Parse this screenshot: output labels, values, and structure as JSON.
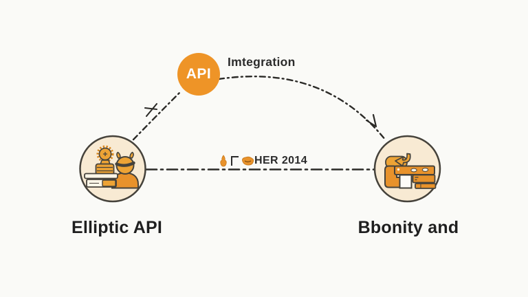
{
  "diagram": {
    "api_badge": {
      "label": "API"
    },
    "arc_label": "Imtegration",
    "mid_label": "HER 2014",
    "left_node": {
      "label": "Elliptic API",
      "icon": "scholar-with-books-icon"
    },
    "right_node": {
      "label": "Bbonity and",
      "icon": "storefront-with-cursor-icon"
    },
    "mid_icons": [
      "flame-icon",
      "corner-bracket-icon",
      "paw-blob-icon"
    ],
    "flow": "left-node -> api-badge -> right-node"
  },
  "colors": {
    "background": "#FAFAF7",
    "accent_orange": "#E8922B",
    "accent_orange_light": "#EDA335",
    "api_badge": "#EE9427",
    "node_fill": "#F8EAD3",
    "outline": "#45423B",
    "line": "#2B2A27",
    "text": "#1F1F1F"
  }
}
